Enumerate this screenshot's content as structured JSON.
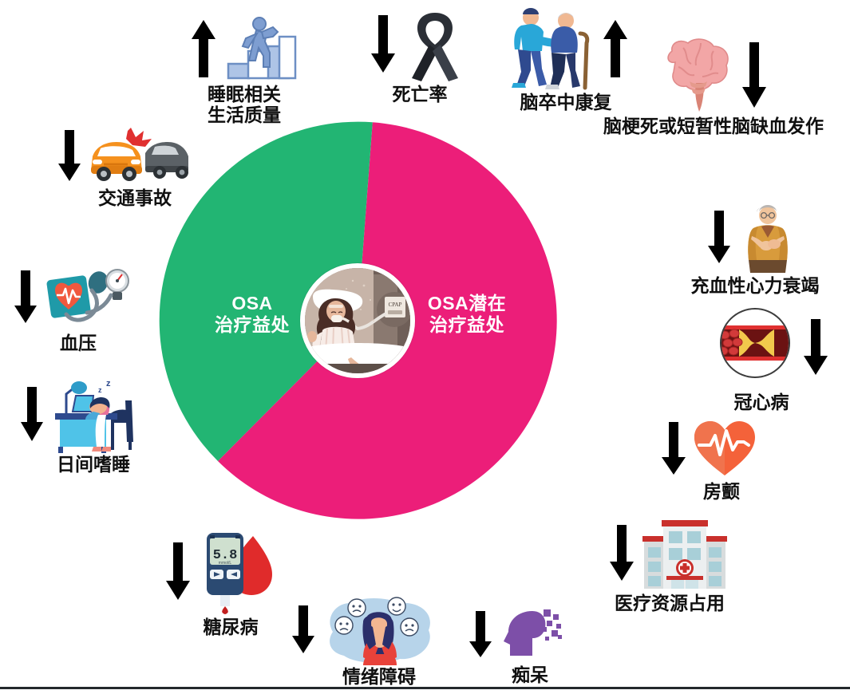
{
  "figure": {
    "kind": "donut-infographic",
    "background": "#ffffff"
  },
  "colors": {
    "green": "#22B573",
    "magenta": "#EC1E79",
    "text": "#101010",
    "arrow": "#000000",
    "hub_ring": "#ffffff"
  },
  "center": {
    "image_name": "woman-sleeping-with-cpap",
    "device_label": "CPAP"
  },
  "chart_data": {
    "type": "pie",
    "title": "",
    "categories": [
      "OSA 治疗益处",
      "OSA潜在治疗益处"
    ],
    "values": [
      37.5,
      62.5
    ],
    "colors": [
      "#22B573",
      "#EC1E79"
    ],
    "start_angle_deg": 355,
    "direction": "counterclockwise",
    "legend": "none",
    "labels_inside": true,
    "slices": [
      {
        "name": "OSA 治疗益处",
        "label_lines": [
          "OSA",
          "治疗益处"
        ],
        "color": "#22B573",
        "value": 37.5,
        "span_deg": 135
      },
      {
        "name": "OSA潜在治疗益处",
        "label_lines": [
          "OSA潜在",
          "治疗益处"
        ],
        "color": "#EC1E79",
        "value": 62.5,
        "span_deg": 225
      }
    ]
  },
  "outcomes": [
    {
      "id": "sleep-qol",
      "label_lines": [
        "睡眠相关",
        "生活质量"
      ],
      "label": "睡眠相关生活质量",
      "direction": "up",
      "icon": "stairs-climbing-icon",
      "group": "treatment-benefit"
    },
    {
      "id": "mortality",
      "label_lines": [
        "死亡率"
      ],
      "label": "死亡率",
      "direction": "down",
      "icon": "black-ribbon-icon",
      "group": "treatment-benefit"
    },
    {
      "id": "stroke-rehab",
      "label_lines": [
        "脑卒中康复"
      ],
      "label": "脑卒中康复",
      "direction": "up",
      "icon": "caregiver-elderly-walking-icon",
      "group": "potential-benefit"
    },
    {
      "id": "stroke-tia",
      "label_lines": [
        "脑梗死或短暂性脑缺血发作"
      ],
      "label": "脑梗死或短暂性脑缺血发作",
      "direction": "down",
      "icon": "brain-icon",
      "group": "potential-benefit"
    },
    {
      "id": "chf",
      "label_lines": [
        "充血性心力衰竭"
      ],
      "label": "充血性心力衰竭",
      "direction": "down",
      "icon": "elderly-chest-pain-icon",
      "group": "potential-benefit"
    },
    {
      "id": "cad",
      "label_lines": [
        "冠心病"
      ],
      "label": "冠心病",
      "direction": "down",
      "icon": "clogged-artery-icon",
      "group": "potential-benefit"
    },
    {
      "id": "afib",
      "label_lines": [
        "房颤"
      ],
      "label": "房颤",
      "direction": "down",
      "icon": "heart-ecg-icon",
      "group": "potential-benefit"
    },
    {
      "id": "healthcare-use",
      "label_lines": [
        "医疗资源占用"
      ],
      "label": "医疗资源占用",
      "direction": "down",
      "icon": "hospital-icon",
      "group": "potential-benefit"
    },
    {
      "id": "dementia",
      "label_lines": [
        "痴呆"
      ],
      "label": "痴呆",
      "direction": "down",
      "icon": "dissolving-head-icon",
      "group": "potential-benefit"
    },
    {
      "id": "mood-disorder",
      "label_lines": [
        "情绪障碍"
      ],
      "label": "情绪障碍",
      "direction": "down",
      "icon": "distressed-woman-icon",
      "group": "potential-benefit"
    },
    {
      "id": "diabetes",
      "label_lines": [
        "糖尿病"
      ],
      "label": "糖尿病",
      "direction": "down",
      "icon": "glucometer-blood-drop-icon",
      "reading": "5.8",
      "group": "potential-benefit"
    },
    {
      "id": "daytime-sleepiness",
      "label_lines": [
        "日间嗜睡"
      ],
      "label": "日间嗜睡",
      "direction": "down",
      "icon": "sleepy-at-desk-icon",
      "group": "treatment-benefit"
    },
    {
      "id": "blood-pressure",
      "label_lines": [
        "血压"
      ],
      "label": "血压",
      "direction": "down",
      "icon": "blood-pressure-cuff-icon",
      "group": "treatment-benefit"
    },
    {
      "id": "traffic-accident",
      "label_lines": [
        "交通事故"
      ],
      "label": "交通事故",
      "direction": "down",
      "icon": "car-crash-icon",
      "group": "treatment-benefit"
    }
  ]
}
